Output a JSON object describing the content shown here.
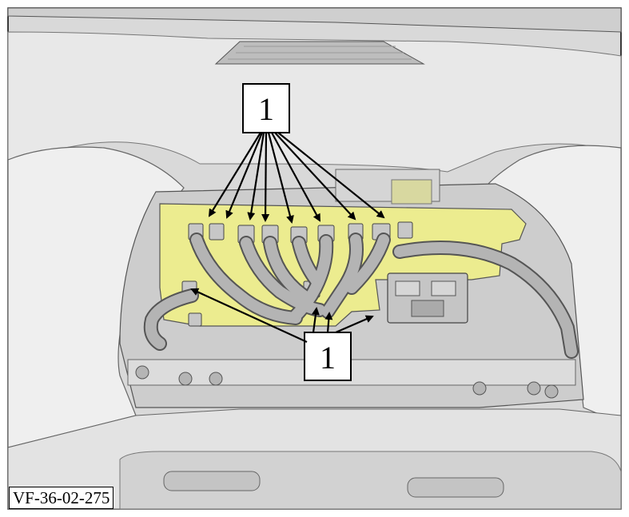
{
  "figure": {
    "callouts": [
      {
        "label": "1"
      },
      {
        "label": "1"
      }
    ],
    "reference_code": "VF-36-02-275",
    "colors": {
      "dash_fill": "#e6e6e6",
      "module_yellow": "#ecec8f",
      "cable_gray": "#a9a9a9",
      "outline": "#000000"
    }
  }
}
